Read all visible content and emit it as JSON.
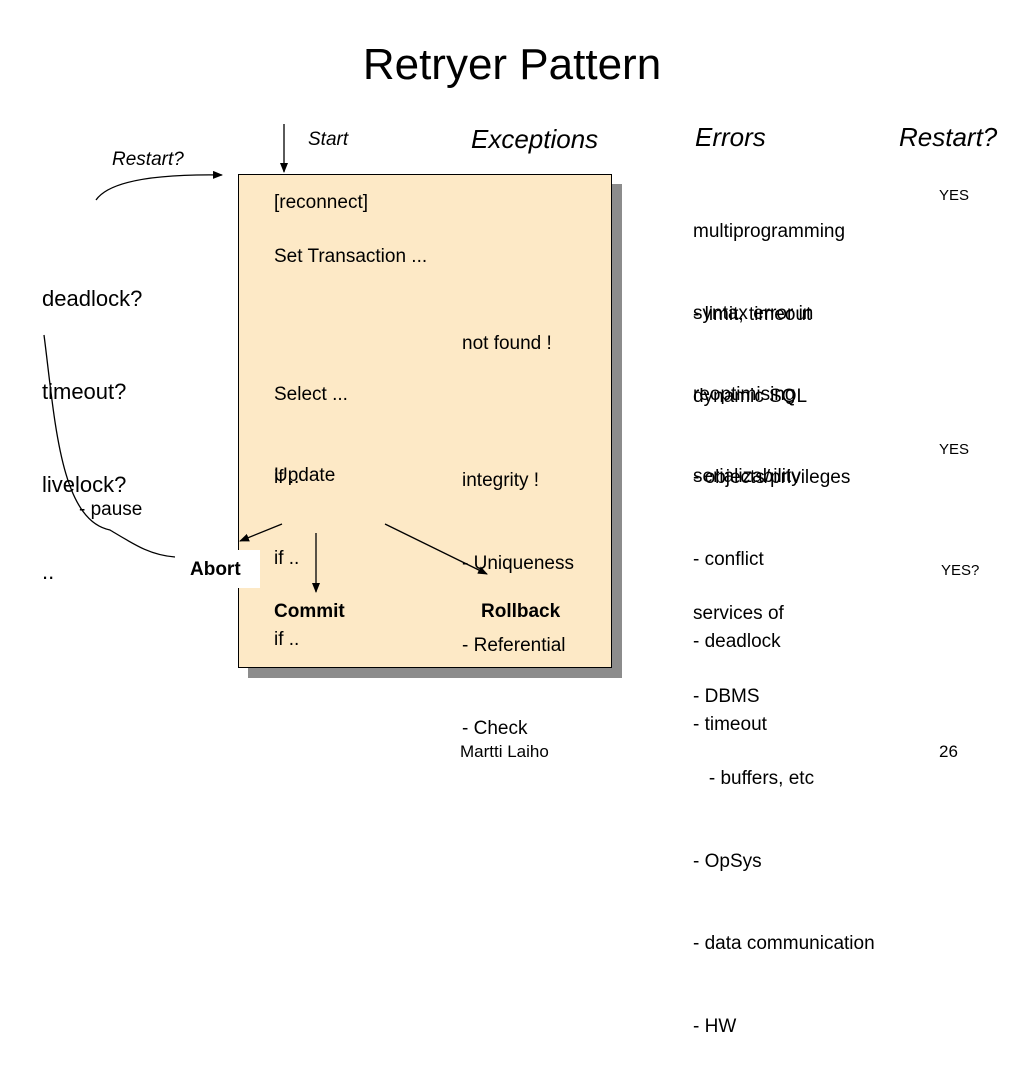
{
  "slide": {
    "title": "Retryer Pattern",
    "start_label": "Start",
    "restart_left": "Restart?",
    "left_conditions": [
      "deadlock?",
      "timeout?",
      "livelock?",
      ".."
    ],
    "pause_label": "- pause",
    "abort_label": "Abort",
    "column_headers": {
      "exceptions": "Exceptions",
      "errors": "Errors",
      "restart": "Restart?"
    },
    "box": {
      "reconnect": "[reconnect]",
      "set_transaction": "Set Transaction ...",
      "select": [
        "Select ...",
        "if .."
      ],
      "update": [
        "Update",
        "if .."
      ],
      "commit": "Commit",
      "commit_if": "if .."
    },
    "exceptions": {
      "not_found": "not found !",
      "integrity": [
        "integrity !",
        "- Uniqueness",
        "- Referential",
        "- Check"
      ],
      "rollback": "Rollback"
    },
    "errors": [
      [
        "multiprogramming",
        "- limit, timeout"
      ],
      [
        "syntax error in",
        "dynamic SQL"
      ],
      [
        "reoptimising",
        "- objects/privileges"
      ],
      [
        "serializability",
        "- conflict",
        "- deadlock",
        "- timeout"
      ],
      [
        "services of",
        "- DBMS",
        "   - buffers, etc",
        "- OpSys",
        "- data communication",
        "- HW"
      ]
    ],
    "restart_values": [
      "YES",
      "YES",
      "YES?"
    ],
    "footer": {
      "author": "Martti Laiho",
      "page": "26"
    }
  }
}
